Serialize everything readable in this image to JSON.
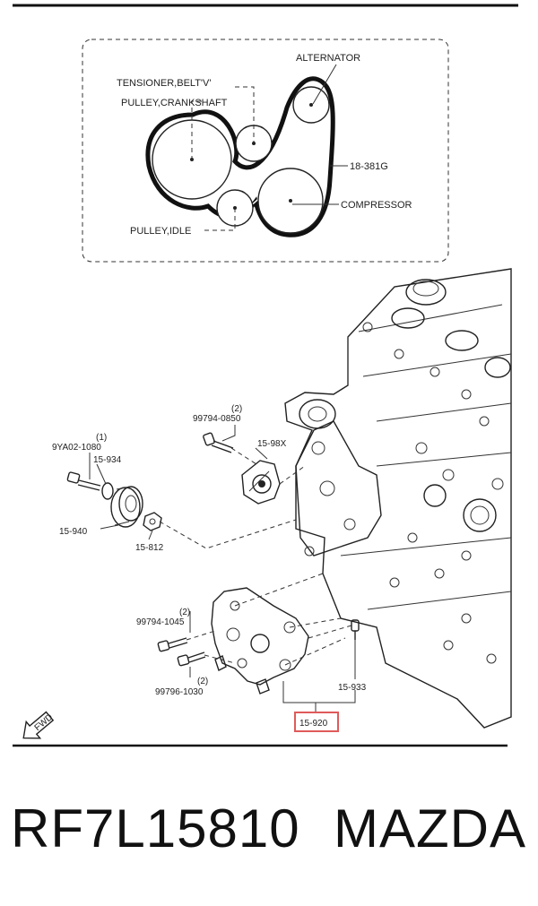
{
  "belt_diagram": {
    "labels": {
      "alternator": "ALTERNATOR",
      "tensioner": "TENSIONER,BELT'V'",
      "pulley_crankshaft": "PULLEY,CRANKSHAFT",
      "belt": "18-381G",
      "compressor": "COMPRESSOR",
      "pulley_idle": "PULLEY,IDLE"
    }
  },
  "exploded_view": {
    "callouts": {
      "bolt_top_qty": "(2)",
      "bolt_top": "99794-0850",
      "bolt_left_qty": "(1)",
      "bolt_left": "9YA02-1080",
      "washer": "15-934",
      "tensioner": "15-98X",
      "pulley": "15-940",
      "nut": "15-812",
      "bolt_mid_qty": "(2)",
      "bolt_mid": "99794-1045",
      "bolt_low_qty": "(2)",
      "bolt_low": "99796-1030",
      "stud": "15-933",
      "bracket": "15-920"
    },
    "fwd_label": "FWD",
    "highlight_color": "#e05a5a"
  },
  "footer": {
    "part_number": "RF7L15810",
    "make": "MAZDA"
  }
}
